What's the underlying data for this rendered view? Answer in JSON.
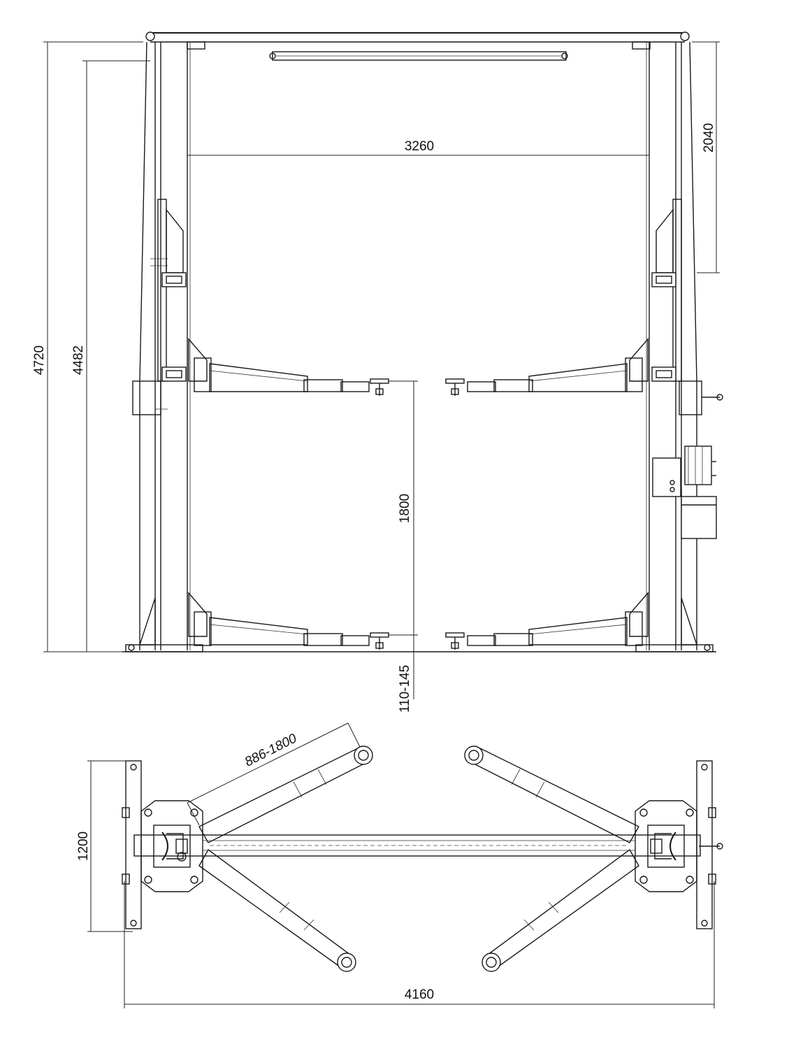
{
  "dimensions": {
    "total_height": "4720",
    "post_height": "4482",
    "inner_width": "3260",
    "overhead_clearance": "2040",
    "lift_height": "1800",
    "min_pad_height": "110-145",
    "arm_reach": "886-1800",
    "base_depth": "1200",
    "overall_width": "4160"
  }
}
